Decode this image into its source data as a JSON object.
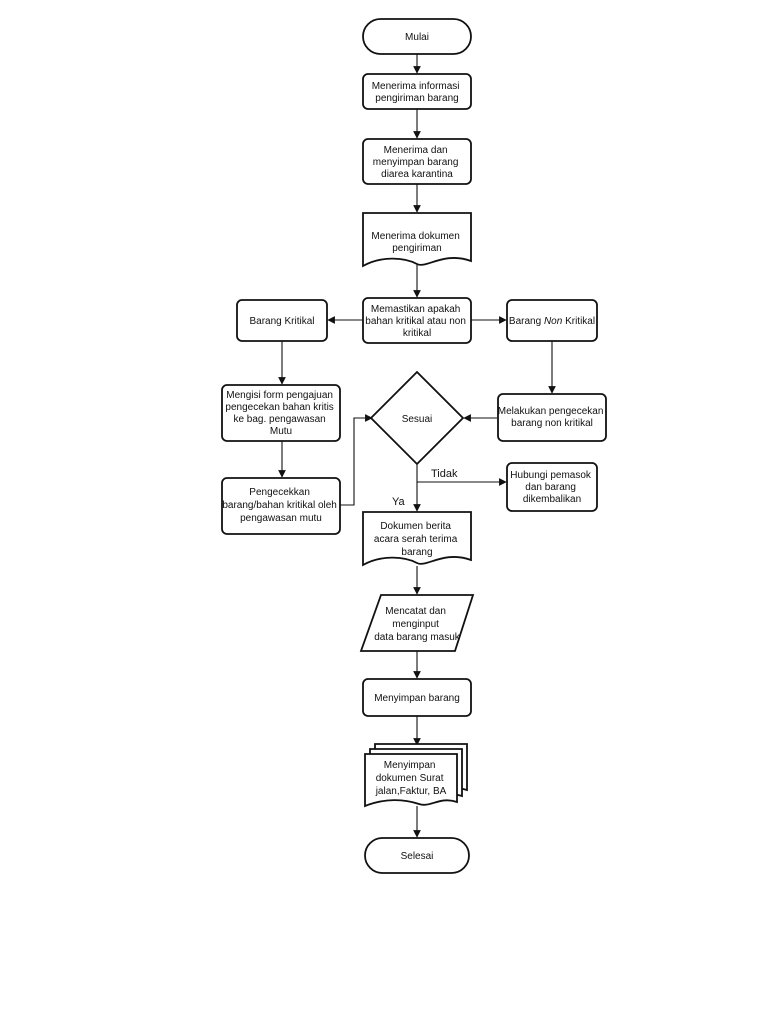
{
  "nodes": {
    "mulai": "Mulai",
    "terima_info": [
      "Menerima informasi",
      "pengiriman barang"
    ],
    "terima_simpan": [
      "Menerima  dan",
      "menyimpan barang",
      "diarea karantina"
    ],
    "terima_dok": [
      "Menerima dokumen",
      "pengiriman"
    ],
    "memastikan": [
      "Memastikan apakah",
      "bahan kritikal atau non",
      "kritikal"
    ],
    "barang_kritikal": "Barang Kritikal",
    "barang_non_kritikal": {
      "before": "Barang ",
      "italic": "Non",
      "after": " Kritikal"
    },
    "mengisi_form": [
      "Mengisi form pengajuan",
      "pengecekan bahan kritis",
      "ke bag. pengawasan",
      "Mutu"
    ],
    "sesuai": "Sesuai",
    "cek_non_kritikal": [
      "Melakukan pengecekan",
      "barang non kritikal"
    ],
    "pengecekan_mutu": [
      "Pengecekkan",
      "barang/bahan kritikal oleh",
      "pengawasan mutu"
    ],
    "hubungi_pemasok": [
      "Hubungi pemasok",
      "dan barang",
      "dikembalikan"
    ],
    "berita_acara": [
      "Dokumen berita",
      "acara serah terima",
      "barang"
    ],
    "mencatat": [
      "Mencatat dan",
      "menginput",
      "data barang masuk"
    ],
    "menyimpan_barang": "Menyimpan barang",
    "simpan_dok": [
      "Menyimpan",
      "dokumen Surat",
      "jalan,Faktur, BA"
    ],
    "selesai": "Selesai"
  },
  "edge_labels": {
    "tidak": "Tidak",
    "ya": "Ya"
  }
}
